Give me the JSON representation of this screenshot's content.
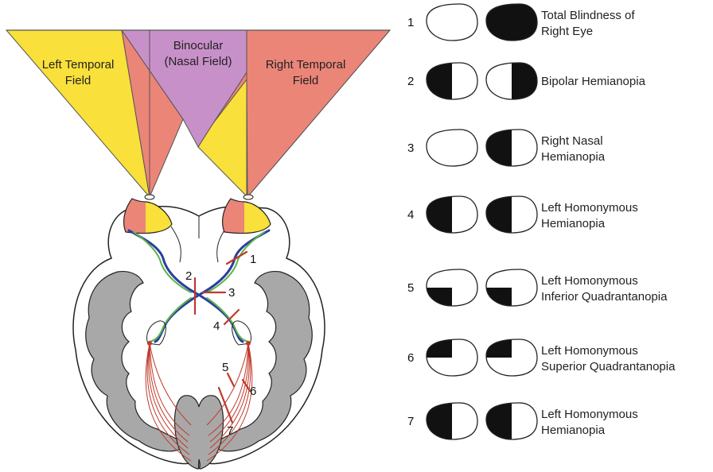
{
  "visual_fields": {
    "left_temporal": [
      "Left Temporal",
      "Field"
    ],
    "binocular": [
      "Binocular",
      "(Nasal Field)"
    ],
    "right_temporal": [
      "Right Temporal",
      "Field"
    ]
  },
  "brain_lesion_numbers": [
    "1",
    "2",
    "3",
    "4",
    "5",
    "6",
    "7"
  ],
  "colors": {
    "temporal_field": "#F9E03A",
    "nasal_field": "#EB8578",
    "binocular": "#C890C8",
    "cortex_gray": "#A8A8A8",
    "lesion_red": "#C0392B",
    "tract_blue": "#2C3E9E",
    "tract_green": "#5DB44B",
    "defect_black": "#111111"
  },
  "defects": [
    {
      "num": "1",
      "label": [
        "Total Blindness of",
        "Right Eye"
      ],
      "left": "none",
      "right": "full"
    },
    {
      "num": "2",
      "label": [
        "Bipolar Hemianopia"
      ],
      "left": "left-half",
      "right": "right-half"
    },
    {
      "num": "3",
      "label": [
        "Right Nasal",
        "Hemianopia"
      ],
      "left": "none",
      "right": "left-half"
    },
    {
      "num": "4",
      "label": [
        "Left Homonymous",
        "Hemianopia"
      ],
      "left": "left-half",
      "right": "left-half"
    },
    {
      "num": "5",
      "label": [
        "Left Homonymous",
        "Inferior Quadrantanopia"
      ],
      "left": "bottom-left",
      "right": "bottom-left"
    },
    {
      "num": "6",
      "label": [
        "Left Homonymous",
        "Superior Quadrantanopia"
      ],
      "left": "top-left",
      "right": "top-left"
    },
    {
      "num": "7",
      "label": [
        "Left Homonymous",
        "Hemianopia"
      ],
      "left": "left-half",
      "right": "left-half"
    }
  ]
}
